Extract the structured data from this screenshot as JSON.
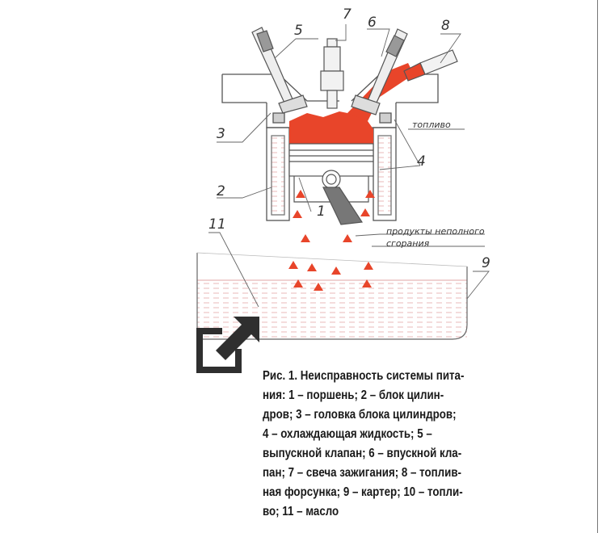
{
  "labels": {
    "n1": "1",
    "n2": "2",
    "n3": "3",
    "n4": "4",
    "n5": "5",
    "n6": "6",
    "n7": "7",
    "n8": "8",
    "n9": "9",
    "n11": "11"
  },
  "annotations": {
    "fuel": "топливо",
    "products_line1": "продукты неполного",
    "products_line2": "сгорания"
  },
  "caption": {
    "lines": [
      "Рис. 1. Неисправность системы пита-",
      "ния: 1 – поршень; 2 – блок цилин-",
      "дров; 3 – головка блока цилиндров;",
      "4 – охлаждающая жидкость; 5 –",
      "выпускной клапан; 6 – впускной кла-",
      "пан; 7 – свеча зажигания; 8 – топлив-",
      "ная форсунка; 9 – картер; 10 – топли-",
      "во; 11 – масло"
    ]
  },
  "colors": {
    "fuel": "#e8452a",
    "line": "#555555",
    "oil_hatch": "#e9b8b8",
    "icon": "#2f2f2f"
  },
  "icons": {
    "expand": "expand-arrow-icon"
  }
}
